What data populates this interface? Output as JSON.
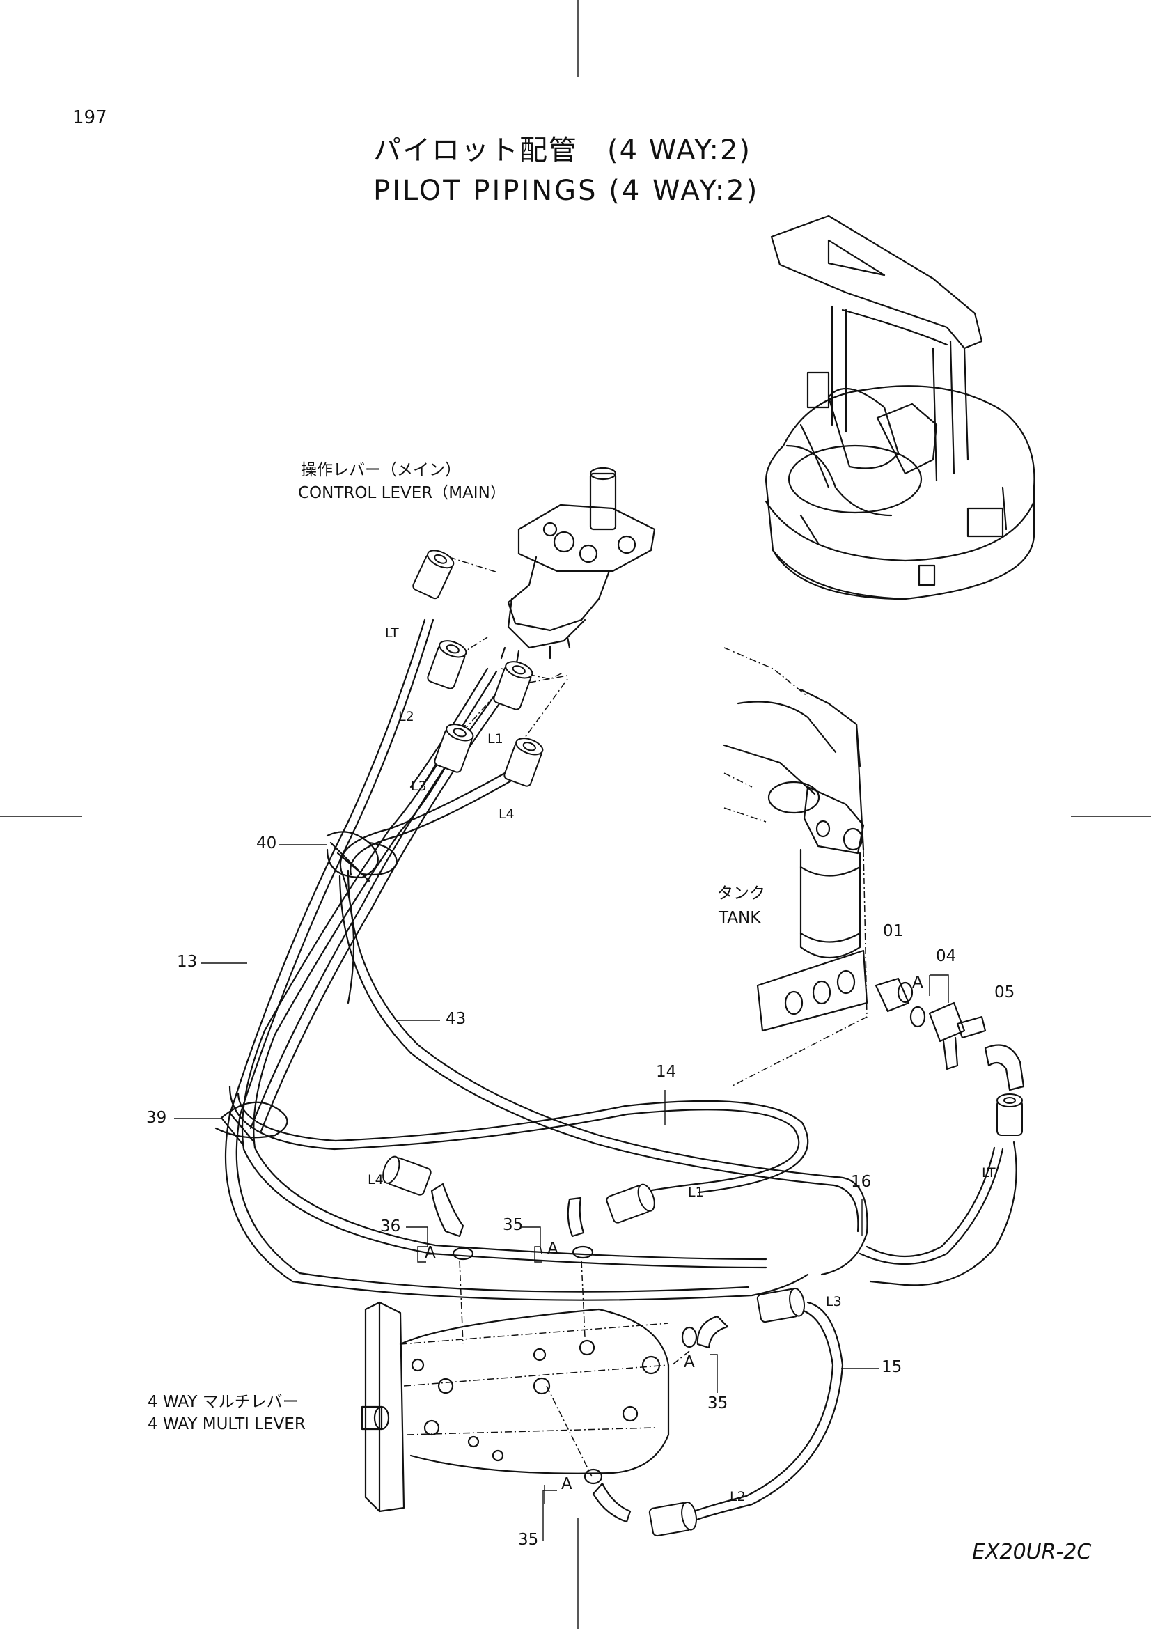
{
  "page_number": "197",
  "title_jp": "パイロット配管　(4 WAY:2)",
  "title_en": "PILOT  PIPINGS  (4 WAY:2)",
  "model": "EX20UR-2C",
  "notes": {
    "control_lever_jp": "操作レバー（メイン）",
    "control_lever_en": "CONTROL LEVER（MAIN）",
    "tank_jp": "タンク",
    "tank_en": "TANK",
    "multi_lever_jp": "4 WAY マルチレバー",
    "multi_lever_en": "4 WAY MULTI  LEVER"
  },
  "ports": {
    "lt_top": "LT",
    "l2_top": "L2",
    "l1_top": "L1",
    "l3_top": "L3",
    "l4_top": "L4",
    "l4_bottom": "L4",
    "l1_bottom": "L1",
    "l3_bottom": "L3",
    "l2_bottom": "L2",
    "lt_right": "LT",
    "a1": "A",
    "a2": "A",
    "a3": "A",
    "a4": "A",
    "a5": "A"
  },
  "callouts": {
    "p40": "40",
    "p13": "13",
    "p43": "43",
    "p39": "39",
    "p14": "14",
    "p16": "16",
    "p15": "15",
    "p01": "01",
    "p04": "04",
    "p05": "05",
    "p36": "36",
    "p35a": "35",
    "p35b": "35",
    "p35c": "35"
  },
  "icons": [
    "control-lever-icon",
    "excavator-cab-icon",
    "tank-icon",
    "multi-lever-valve-icon"
  ]
}
